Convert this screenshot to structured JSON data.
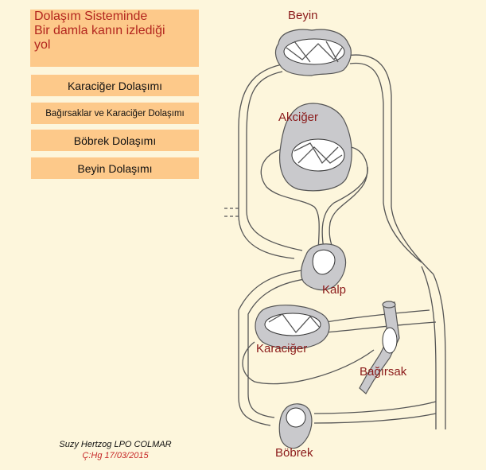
{
  "title": {
    "line1": "Dolaşım Sisteminde",
    "line2": "Bir damla kanın izlediği",
    "line3": "yol"
  },
  "menu": [
    {
      "label": "Karaciğer Dolaşımı"
    },
    {
      "label": "Bağırsaklar ve Karaciğer Dolaşımı"
    },
    {
      "label": "Böbrek Dolaşımı"
    },
    {
      "label": "Beyin Dolaşımı"
    }
  ],
  "diagram": {
    "labels": {
      "brain": "Beyin",
      "lungs": "Akciğer",
      "heart": "Kalp",
      "liver": "Karaciğer",
      "intestine": "Bağırsak",
      "kidney": "Böbrek"
    }
  },
  "credits": {
    "author": "Suzy Hertzog   LPO COLMAR",
    "adaptation": "Ç:Hg 17/03/2015"
  },
  "colors": {
    "background": "#fdf6dc",
    "button": "#fdc98a",
    "label": "#8b1a1a",
    "title": "#b3261e",
    "organ": "#c9c9cc"
  }
}
